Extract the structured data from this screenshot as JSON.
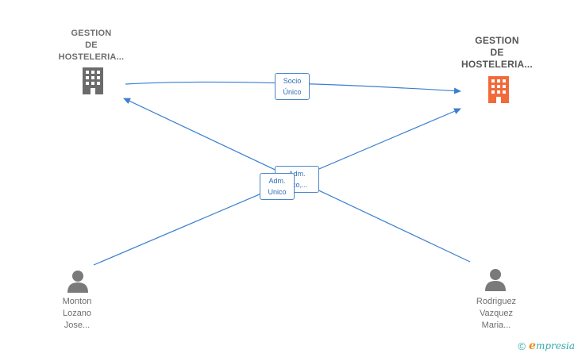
{
  "colors": {
    "edge": "#3a7fd0",
    "company_gray": "#6b6b6b",
    "company_highlight": "#f26a3a",
    "person_gray": "#7a7a7a"
  },
  "nodes": {
    "company_left": {
      "label": "GESTION\nDE\nHOSTELERIA...",
      "icon": "building-icon"
    },
    "company_right": {
      "label": "GESTION\nDE\nHOSTELERIA...",
      "icon": "building-icon"
    },
    "person_left": {
      "label": "Monton\nLozano\nJose...",
      "icon": "person-icon"
    },
    "person_right": {
      "label": "Rodriguez\nVazquez\nMaria...",
      "icon": "person-icon"
    }
  },
  "edges": {
    "socio_unico": {
      "label": "Socio\nÚnico"
    },
    "adm_back": {
      "label": "Adm.\n...co,..."
    },
    "adm_front": {
      "label": "Adm.\nUnico"
    }
  },
  "watermark": {
    "copyright": "©",
    "brand_initial": "e",
    "brand_rest": "mpresia"
  }
}
